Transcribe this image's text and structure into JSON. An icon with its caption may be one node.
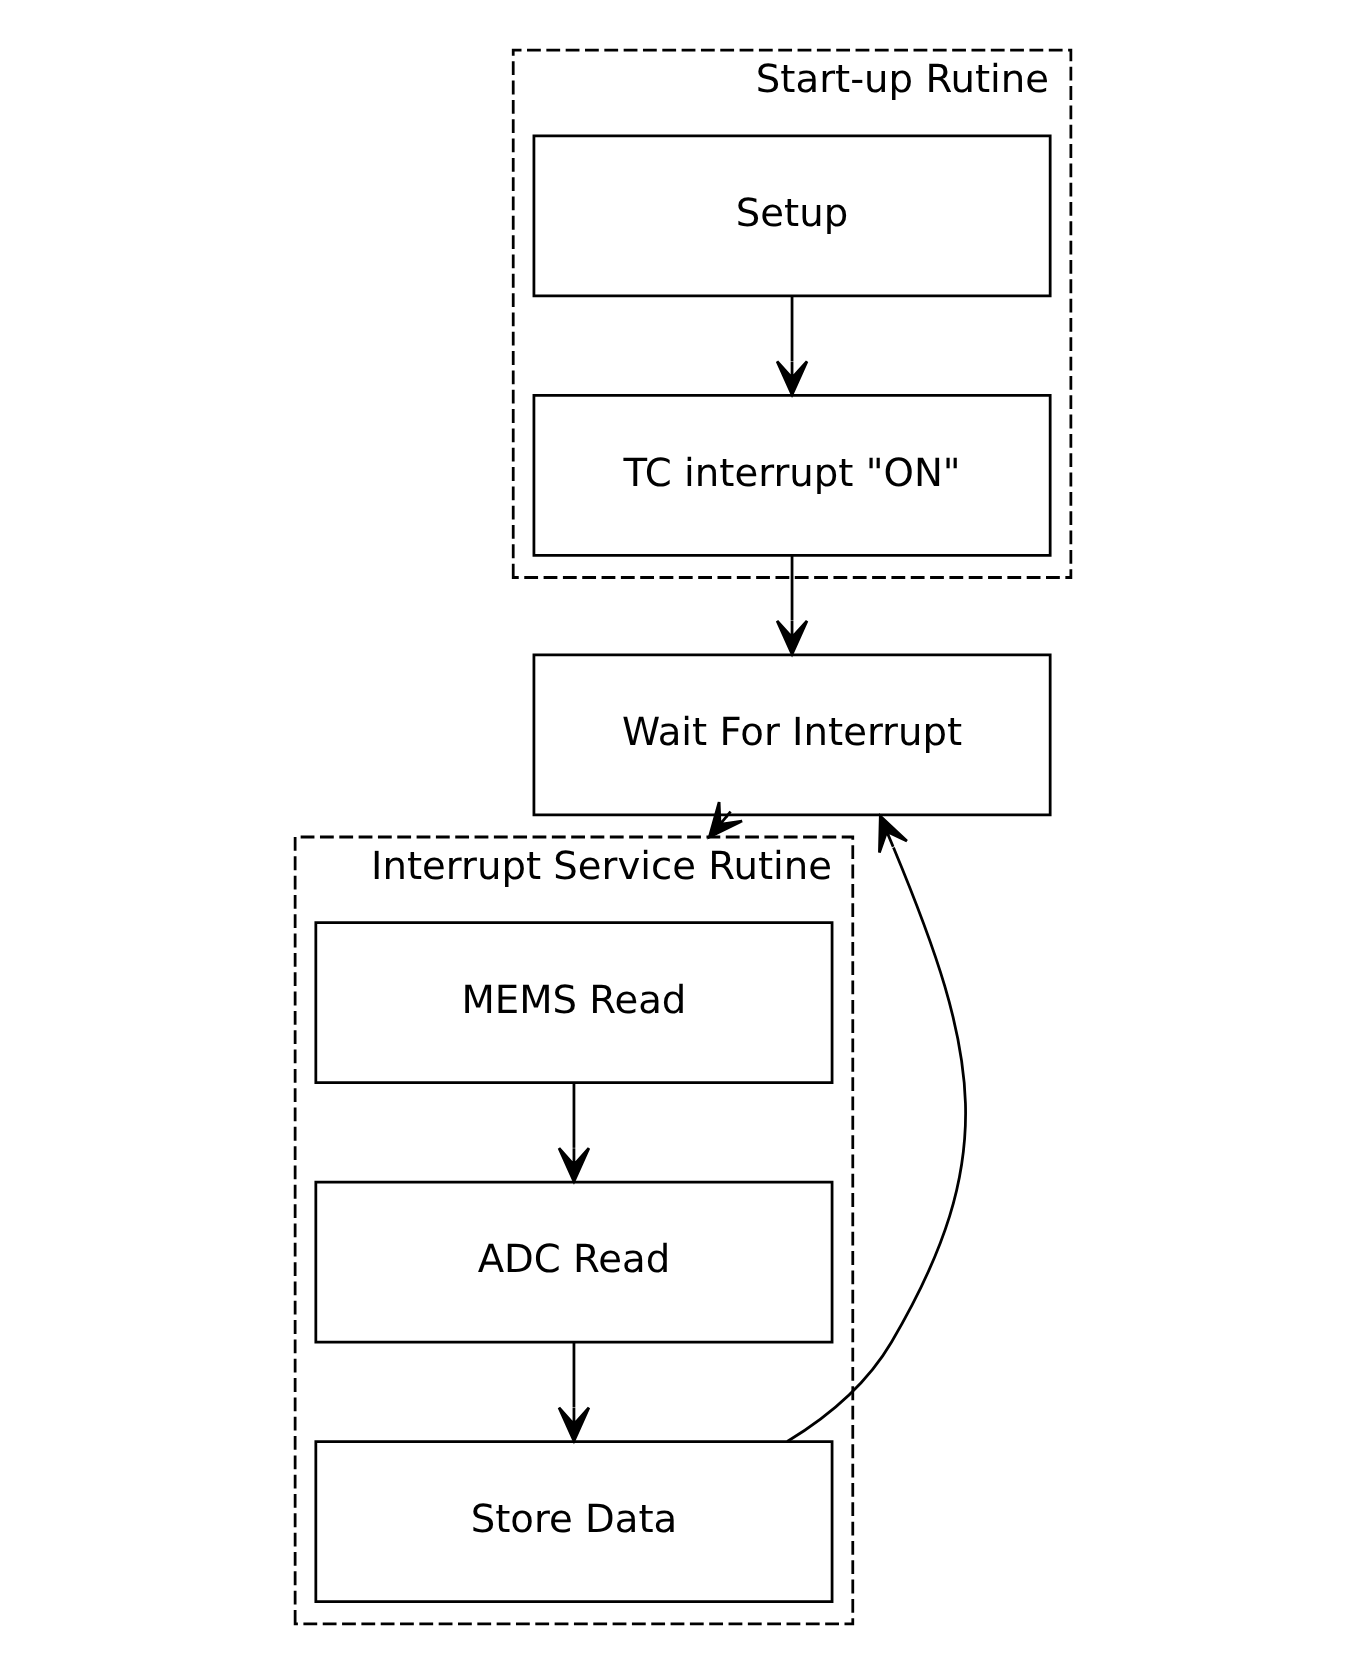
{
  "diagram": {
    "nodes": [
      {
        "text": [
          "Start-up Rutine"
        ]
      },
      {
        "text": [
          "Setup"
        ],
        "in": 0
      },
      {
        "text": [
          "TC interrupt \"ON\""
        ],
        "in": 0
      },
      {
        "text": [
          "Wait For Interrupt"
        ]
      },
      {
        "text": [
          "Interrupt Service Rutine"
        ]
      },
      {
        "text": [
          "MEMS Read"
        ],
        "in": 4
      },
      {
        "text": [
          "ADC Read"
        ],
        "in": 4
      },
      {
        "text": [
          "Store Data"
        ],
        "in": 4
      }
    ],
    "edges": [
      {
        "from": 1,
        "to": 2,
        "arrow": "to"
      },
      {
        "from": 2,
        "to": 3,
        "arrow": "to"
      },
      {
        "from": 3,
        "to": 4,
        "arrow": "to"
      },
      {
        "from": 5,
        "to": 6,
        "arrow": "to"
      },
      {
        "from": 6,
        "to": 7,
        "arrow": "to"
      },
      {
        "from": 7,
        "to": 3,
        "arrow": "to"
      }
    ]
  }
}
